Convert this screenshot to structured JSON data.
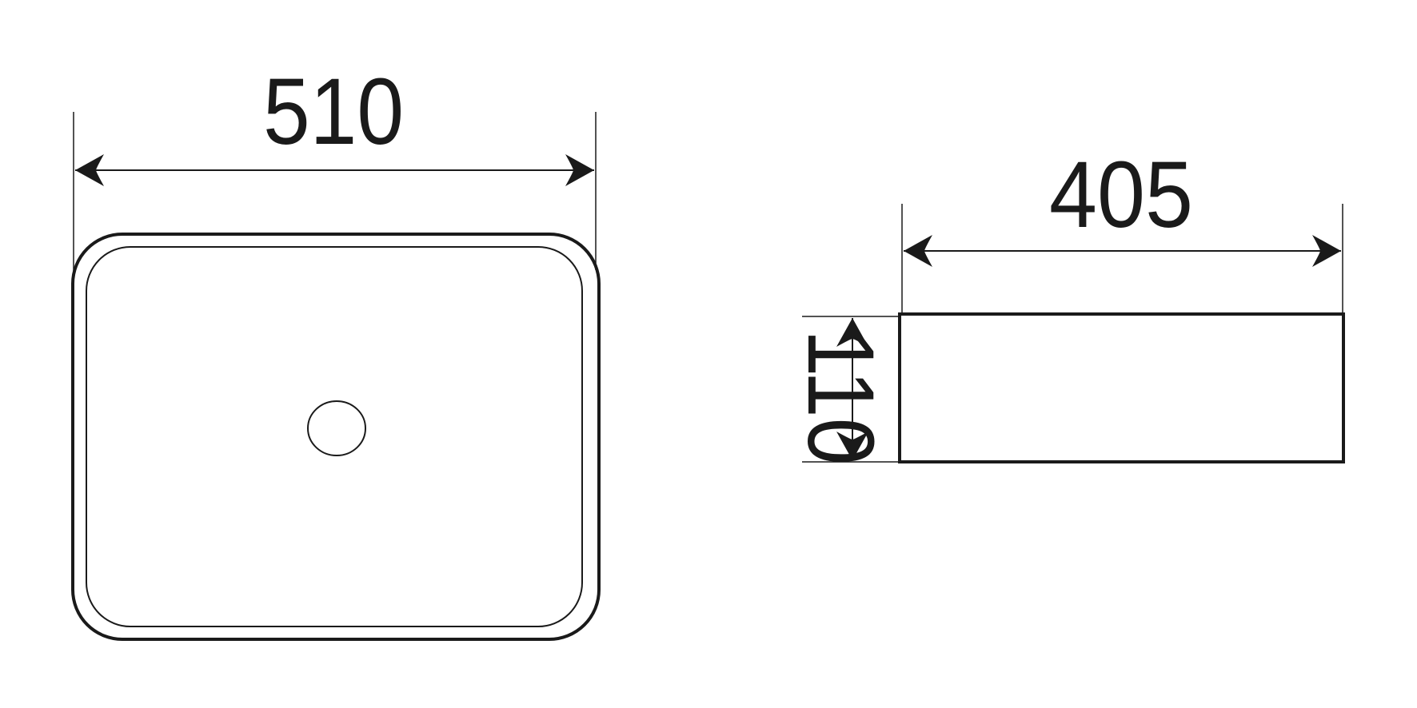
{
  "drawing": {
    "top_view": {
      "width_label": "510"
    },
    "side_view": {
      "length_label": "405",
      "height_label": "110"
    },
    "colors": {
      "line": "#1a1a1a",
      "background": "#ffffff"
    }
  }
}
